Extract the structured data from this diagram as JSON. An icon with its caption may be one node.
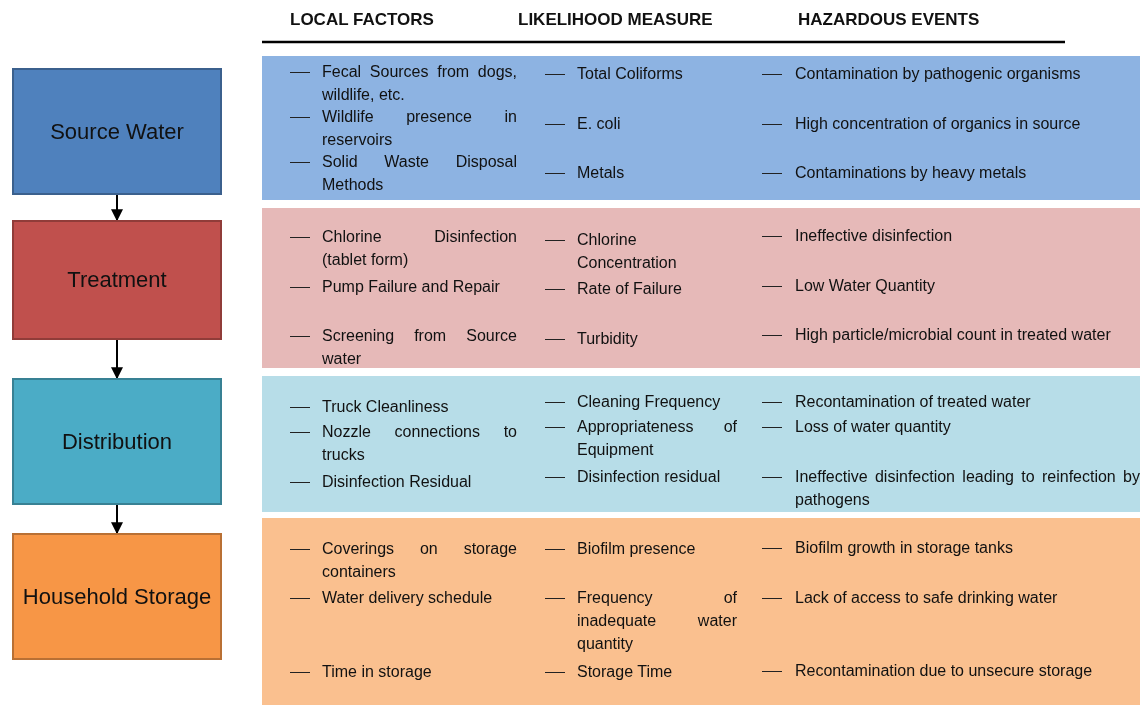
{
  "diagram": {
    "nodes": [
      {
        "text": [
          "Source Water"
        ]
      },
      {
        "text": [
          "Fecal Sources from dogs, wildlife, etc.",
          "Total Coliforms",
          "Contamination by pathogenic organisms",
          "Wildlife presence in reservoirs",
          "E. coli",
          "High concentration of organics in source",
          "Solid Waste Disposal Methods",
          "Metals",
          "Contaminations by heavy metals"
        ]
      },
      {
        "text": [
          "Treatment"
        ]
      },
      {
        "text": [
          "Chlorine Disinfection (tablet form)",
          "Chlorine Concentration",
          "Ineffective disinfection",
          "Pump Failure and Repair",
          "Rate of Failure",
          "Low Water Quantity",
          "Screening from Source water",
          "Turbidity",
          "High particle/microbial count in treated water"
        ]
      },
      {
        "text": [
          "Distribution"
        ]
      },
      {
        "text": [
          "Truck Cleanliness",
          "Cleaning Frequency",
          "Recontamination of treated water",
          "Nozzle connections to trucks",
          "Appropriateness of Equipment",
          "Loss of water quantity",
          "Disinfection Residual",
          "Disinfection residual",
          "Ineffective disinfection leading to reinfection by pathogens"
        ]
      },
      {
        "text": [
          "Household Storage"
        ]
      },
      {
        "text": [
          "Coverings on storage containers",
          "Biofilm presence",
          "Biofilm growth in storage tanks",
          "Water delivery schedule",
          "Frequency of inadequate water quantity",
          "Lack of access to safe drinking water",
          "Time in storage",
          "Storage Time",
          "Recontamination due to unsecure storage"
        ]
      }
    ],
    "edges": [
      {
        "from": 0,
        "to": 2,
        "arrow": "to"
      },
      {
        "from": 2,
        "to": 4,
        "arrow": "to"
      },
      {
        "from": 4,
        "to": 6,
        "arrow": "to"
      }
    ],
    "labels": [
      "LOCAL FACTORS",
      "LIKELIHOOD MEASURE",
      "HAZARDOUS EVENTS"
    ]
  }
}
